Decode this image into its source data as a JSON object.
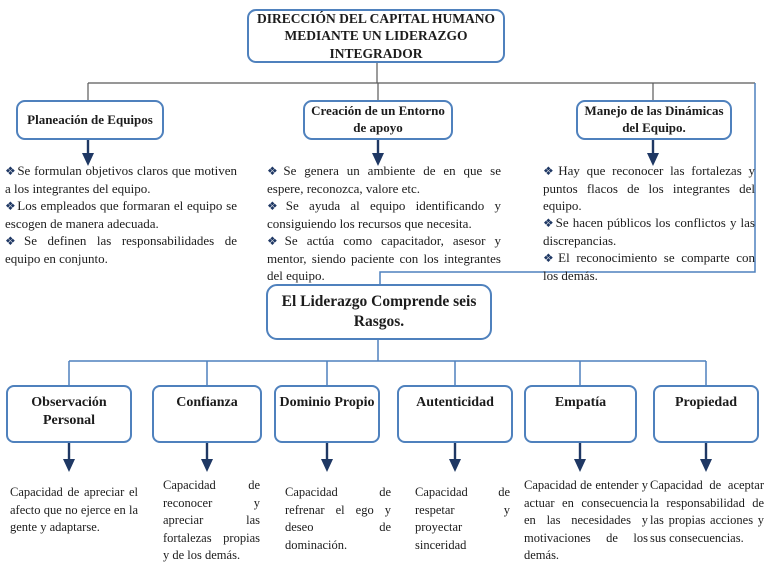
{
  "title": {
    "text": "DIRECCIÓN DEL CAPITAL HUMANO MEDIANTE UN LIDERAZGO INTEGRADOR"
  },
  "bullet_glyph": "❖",
  "sections": [
    {
      "label": "Planeación de Equipos",
      "items": [
        "Se formulan objetivos claros que motiven a los integrantes del equipo.",
        "Los empleados que formaran el equipo se escogen de manera adecuada.",
        "Se definen las responsabilidades de equipo en conjunto."
      ]
    },
    {
      "label": "Creación de un Entorno de apoyo",
      "items": [
        "Se genera un ambiente de en que se espere, reconozca, valore etc.",
        "Se ayuda al equipo identificando y consiguiendo los recursos que necesita.",
        "Se actúa como capacitador, asesor y mentor, siendo paciente con los integrantes del equipo."
      ]
    },
    {
      "label": "Manejo de las Dinámicas del Equipo.",
      "items": [
        "Hay que reconocer las fortalezas y puntos flacos de los integrantes del equipo.",
        "Se hacen públicos los conflictos y las discrepancias.",
        "El reconocimiento se comparte con los demás."
      ]
    }
  ],
  "center": {
    "label": "El Liderazgo Comprende seis Rasgos."
  },
  "traits": [
    {
      "label": "Observación Personal",
      "description": "Capacidad de apreciar el afecto que no ejerce en la gente y adaptarse."
    },
    {
      "label": "Confianza",
      "description": "Capacidad de reconocer y apreciar las fortalezas propias y de los demás."
    },
    {
      "label": "Dominio Propio",
      "description": "Capacidad de refrenar el ego y deseo de dominación."
    },
    {
      "label": "Autenticidad",
      "description": "Capacidad de respetar y proyectar sinceridad"
    },
    {
      "label": "Empatía",
      "description": "Capacidad de entender y actuar en consecuencia en las necesidades y motivaciones de los demás."
    },
    {
      "label": "Propiedad",
      "description": "Capacidad de aceptar la responsabilidad de las propias acciones y sus consecuencias."
    }
  ],
  "colors": {
    "box_border": "#4f81bd",
    "connector_dark": "#595959",
    "connector_blue": "#4f81bd",
    "arrow": "#1f3864",
    "bullet": "#1f3864",
    "text": "#1c1c1c"
  }
}
